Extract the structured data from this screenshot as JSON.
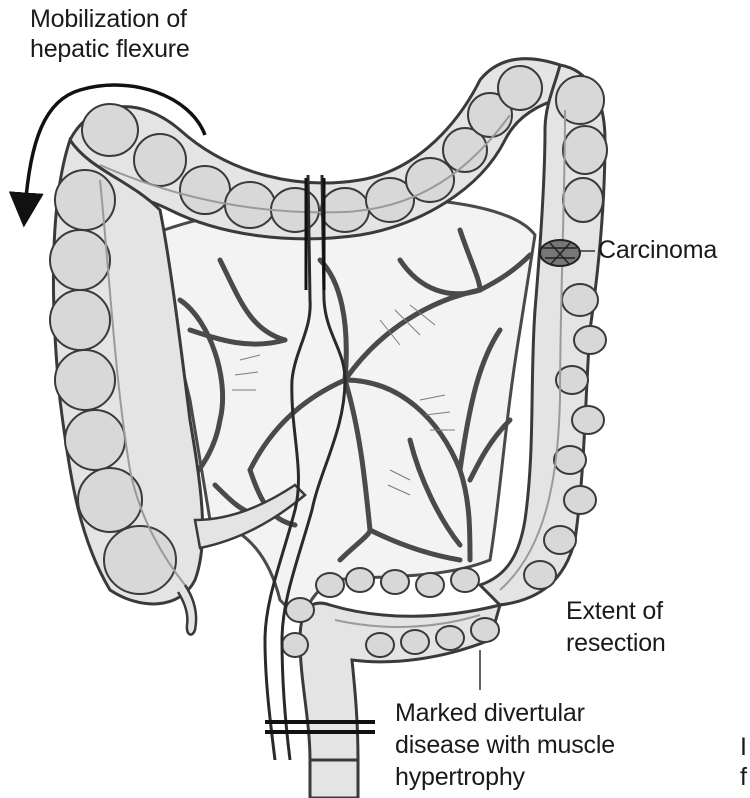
{
  "labels": {
    "mobilization_line1": "Mobilization of",
    "mobilization_line2": "hepatic flexure",
    "carcinoma": "Carcinoma",
    "extent_line1": "Extent of",
    "extent_line2": "resection",
    "disease_line1": "Marked divertular",
    "disease_line2": "disease with muscle",
    "disease_line3": "hypertrophy",
    "clipped_line1": "I",
    "clipped_line2": "f"
  },
  "colors": {
    "outline": "#3a3a3a",
    "bowel_fill": "#e4e4e4",
    "bowel_shade": "#c4c4c4",
    "mesentery_fill": "#f3f3f3",
    "vessel": "#4a4a4a",
    "text": "#1a1a1a"
  }
}
